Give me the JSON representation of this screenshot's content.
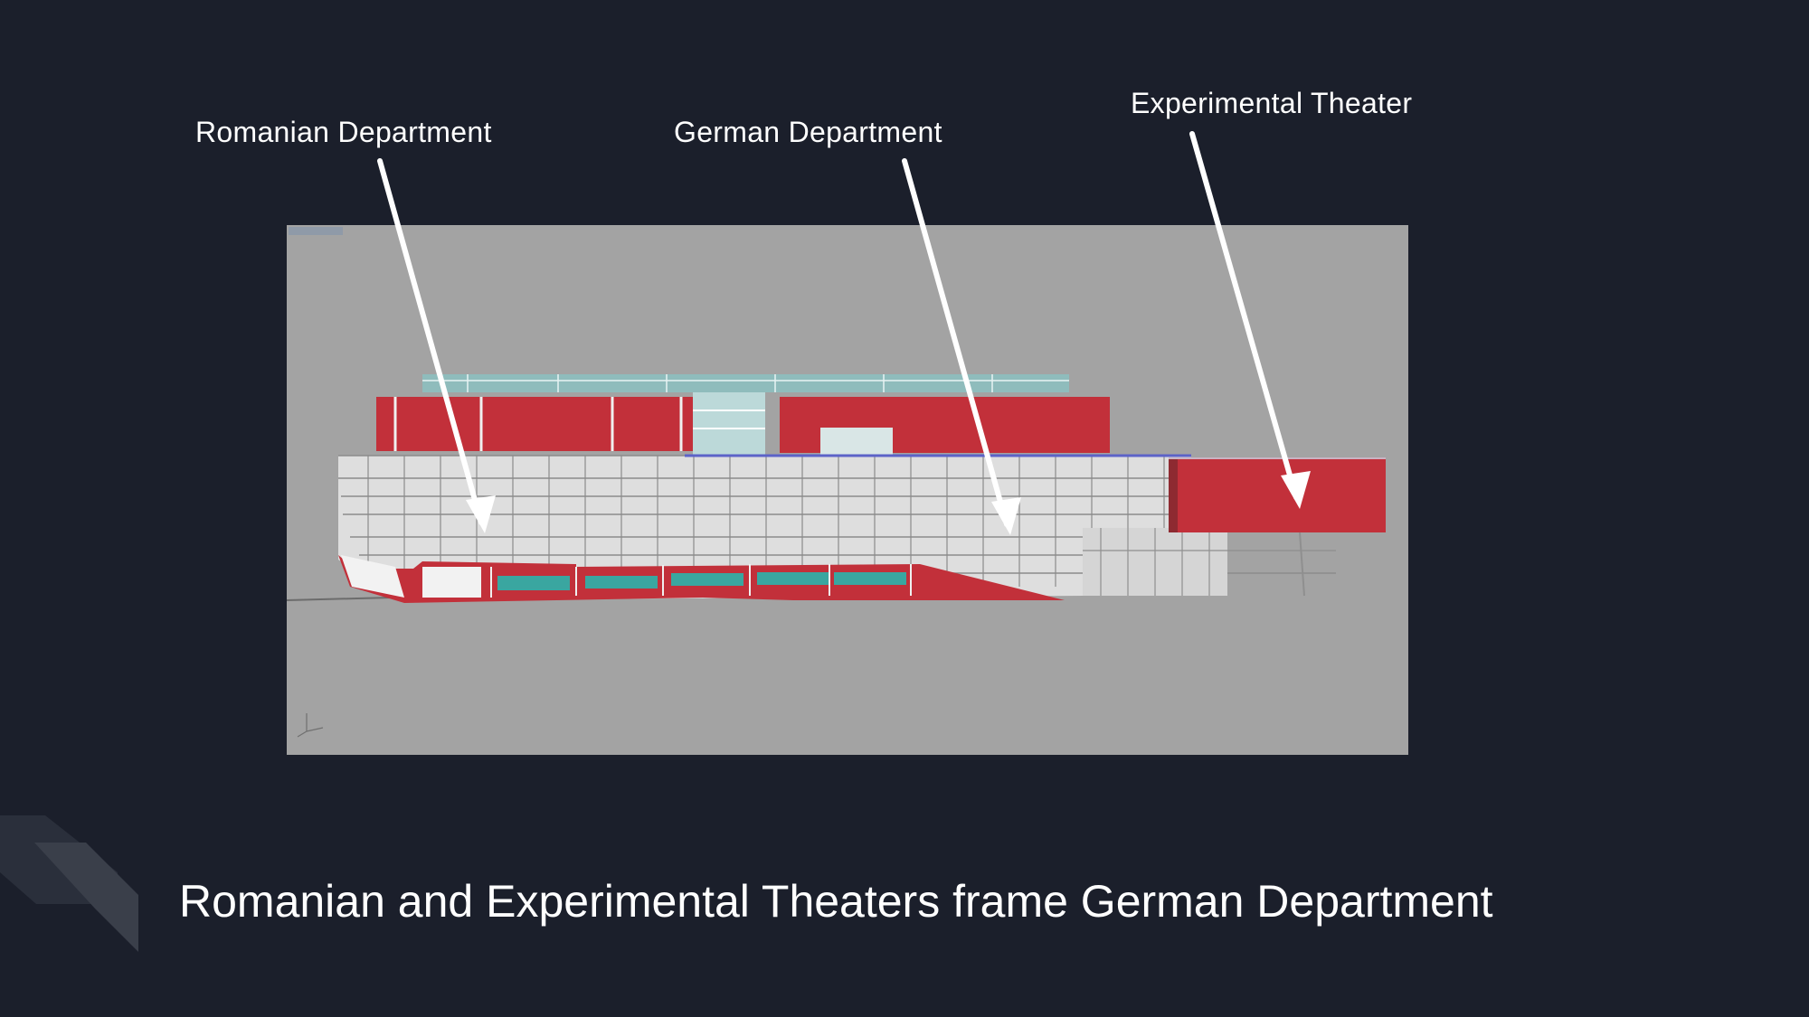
{
  "labels": {
    "romanian": "Romanian Department",
    "german": "German Department",
    "experimental": "Experimental Theater"
  },
  "caption": "Romanian and Experimental Theaters frame German Department",
  "colors": {
    "background": "#1b1f2b",
    "render_background": "#a3a3a3",
    "building_red": "#c2303a",
    "glass": "#dcdcdc",
    "teal": "#3aa6a0",
    "text": "#ffffff"
  }
}
